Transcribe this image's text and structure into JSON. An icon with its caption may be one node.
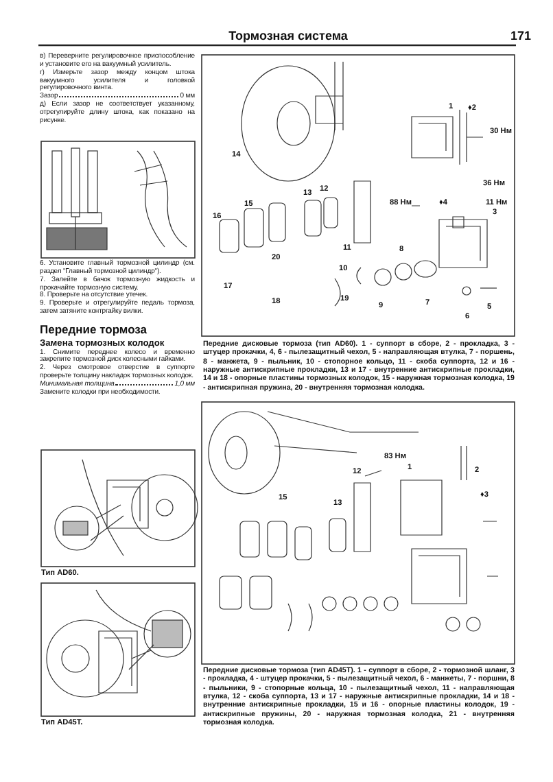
{
  "diagram": {
    "title": "Тормозная система",
    "labels": [
      "171",
      "в) Переверните регулировочное приспособление и установите его на вакуумный усилитель.",
      "г) Измерьте зазор между концом штока вакуумного усилителя и головкой регулировочного винта.",
      "Зазор",
      "0 мм",
      "д) Если зазор не соответствует указанному, отрегулируйте длину штока, как показано на рисунке.",
      "6. Установите главный тормозной цилиндр (см. раздел \"Главный тормозной цилиндр\").",
      "7. Залейте в бачок тормозную жидкость и прокачайте тормозную систему.",
      "8. Проверьте на отсутствие утечек.",
      "9. Проверьте и отрегулируйте педаль тормоза, затем затяните контргайку вилки.",
      "Передние тормоза",
      "Замена тормозных колодок",
      "1. Снимите переднее колесо и временно закрепите тормозной диск колесными гайками.",
      "2. Через смотровое отверстие в суппорте проверьте толщину накладок тормозных колодок.",
      "Минимальная толщина",
      "1,0 мм",
      "Замените колодки при необходимости.",
      "Тип AD60.",
      "Тип AD45T.",
      "1",
      "♦2",
      "30 Нм",
      "14",
      "36 Нм",
      "12",
      "13",
      "88 Нм",
      "♦4",
      "11 Нм",
      "15",
      "3",
      "16",
      "11",
      "8",
      "20",
      "10",
      "17",
      "19",
      "18",
      "7",
      "9",
      "5",
      "6",
      "Передние дисковые тормоза (тип AD60). 1 - суппорт в сборе, 2 - прокладка, 3 - штуцер прокачки, 4, 6 - пылезащитный чехол, 5 - направляющая втулка, 7 - поршень, 8 - манжета, 9 - пыльник, 10 - стопорное кольцо, 11 - скоба суппорта, 12 и 16 - наружные антискрипные прокладки, 13 и 17 - внутренние антискрипные прокладки, 14 и 18 - опорные пластины тормозных колодок, 15 - наружная тормозная колодка, 19 - антискрипная пружина, 20 - внутренняя тормозная колодка.",
      "83 Нм",
      "1",
      "2",
      "12",
      "♦3",
      "15",
      "13",
      "Передние дисковые тормоза (тип AD45T). 1 - суппорт в сборе, 2 - тормозной шланг, 3 - прокладка, 4 - штуцер прокачки, 5 - пылезащитный чехол, 6 - манжеты, 7 - поршни, 8 - пыльники, 9 - стопорные кольца, 10 - пылезащитный чехол, 11 - направляющая втулка, 12 - скоба суппорта, 13 и 17 - наружные антискрипные прокладки, 14 и 18 - внутренние антискрипные прокладки, 15 и 16 - опорные пластины колодок, 19 - антискрипные пружины, 20 - наружная тормозная колодка, 21 - внутренняя тормозная колодка."
    ]
  }
}
